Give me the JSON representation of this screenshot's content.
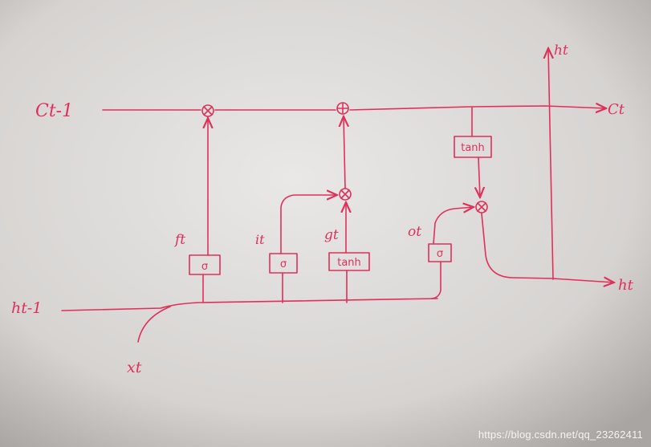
{
  "labels": {
    "c_prev": "Ct-1",
    "c_t": "Ct",
    "h_t_top": "ht",
    "h_t_right": "ht",
    "h_prev": "ht-1",
    "x_t": "xt",
    "f_t": "ft",
    "i_t": "it",
    "g_t": "gt",
    "o_t": "ot"
  },
  "ops": {
    "multiply": "×",
    "add": "+"
  },
  "boxes": {
    "sigma": "σ",
    "tanh": "tanh"
  },
  "watermark": "https://blog.csdn.net/qq_23262411",
  "colors": {
    "ink": "#e0305a",
    "paper": "#d9d6d4"
  }
}
